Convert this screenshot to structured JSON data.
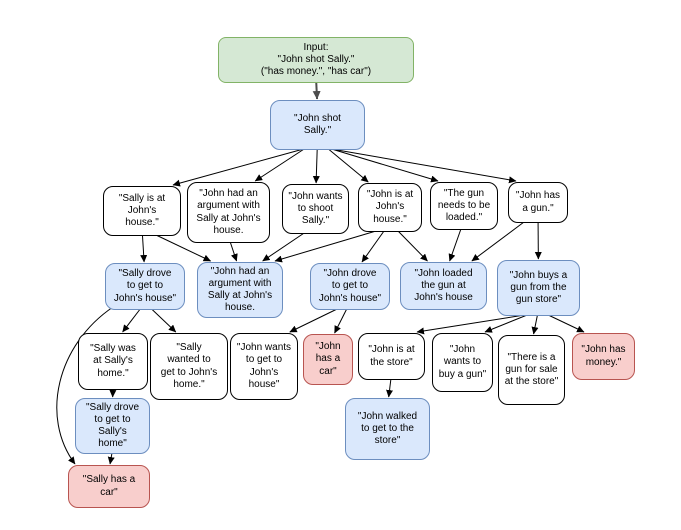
{
  "diagram": {
    "type": "planning-tree",
    "background": "#ffffff"
  },
  "palette": {
    "input_fill": "#d5e8d4",
    "input_border": "#82b366",
    "state_fill": "#dae8fc",
    "state_border": "#6c8ebf",
    "plain_fill": "#ffffff",
    "plain_border": "#000000",
    "terminal_fill": "#f8cecc",
    "terminal_border": "#b85450",
    "edge_color": "#000000",
    "input_edge_color": "#4d4d4d"
  },
  "nodes": {
    "input": {
      "label": "Input:\n\"John shot Sally.\"\n(\"has money.\", \"has car\")",
      "type": "input"
    },
    "root": {
      "label": "\"John shot\nSally.\"",
      "type": "state"
    },
    "sally_at_johns": {
      "label": "\"Sally is at\nJohn's\nhouse.\"",
      "type": "plain"
    },
    "argument_plan": {
      "label": "\"John had an\nargument with\nSally at John's\nhouse.",
      "type": "plain"
    },
    "wants_shoot": {
      "label": "\"John wants\nto shoot\nSally.\"",
      "type": "plain"
    },
    "john_at_johns": {
      "label": "\"John is at\nJohn's\nhouse.\"",
      "type": "plain"
    },
    "gun_loaded": {
      "label": "\"The gun\nneeds to be\nloaded.\"",
      "type": "plain"
    },
    "has_gun": {
      "label": "\"John has\na gun.\"",
      "type": "plain"
    },
    "sally_drove_johns": {
      "label": "\"Sally drove\nto get to\nJohn's house\"",
      "type": "state"
    },
    "argument_result": {
      "label": "\"John had an\nargument with\nSally at John's\nhouse.",
      "type": "state"
    },
    "john_drove_johns": {
      "label": "\"John drove\nto get to\nJohn's house\"",
      "type": "state"
    },
    "loaded_gun": {
      "label": "\"John loaded\nthe gun at\nJohn's house",
      "type": "state"
    },
    "buys_gun": {
      "label": "\"John buys a\ngun from the\ngun store\"",
      "type": "state"
    },
    "sally_was_home": {
      "label": "\"Sally was\nat Sally's\nhome.\"",
      "type": "plain"
    },
    "sally_wanted": {
      "label": "\"Sally\nwanted to\nget to John's\nhome.\"",
      "type": "plain"
    },
    "wants_get_johns": {
      "label": "\"John wants\nto get to\nJohn's\nhouse\"",
      "type": "plain"
    },
    "john_has_car": {
      "label": "\"John\nhas a\ncar\"",
      "type": "terminal"
    },
    "john_at_store": {
      "label": "\"John is at\nthe store\"",
      "type": "plain"
    },
    "wants_buy_gun": {
      "label": "\"John\nwants to\nbuy a gun\"",
      "type": "plain"
    },
    "gun_for_sale": {
      "label": "\"There is a\ngun for sale\nat the store\"",
      "type": "plain"
    },
    "john_has_money": {
      "label": "\"John has\nmoney.\"",
      "type": "terminal"
    },
    "sally_drove_home": {
      "label": "\"Sally drove\nto get to\nSally's\nhome\"",
      "type": "state"
    },
    "john_walked_store": {
      "label": "\"John walked\nto get to the\nstore\"",
      "type": "state"
    },
    "sally_has_car": {
      "label": "\"Sally has a\ncar\"",
      "type": "terminal"
    }
  },
  "edges": [
    {
      "from": "input",
      "to": "root",
      "thick": true
    },
    {
      "from": "root",
      "to": "sally_at_johns"
    },
    {
      "from": "root",
      "to": "argument_plan"
    },
    {
      "from": "root",
      "to": "wants_shoot"
    },
    {
      "from": "root",
      "to": "john_at_johns"
    },
    {
      "from": "root",
      "to": "gun_loaded"
    },
    {
      "from": "root",
      "to": "has_gun"
    },
    {
      "from": "sally_at_johns",
      "to": "sally_drove_johns"
    },
    {
      "from": "sally_at_johns",
      "to": "argument_result"
    },
    {
      "from": "argument_plan",
      "to": "argument_result"
    },
    {
      "from": "wants_shoot",
      "to": "argument_result"
    },
    {
      "from": "john_at_johns",
      "to": "argument_result"
    },
    {
      "from": "john_at_johns",
      "to": "john_drove_johns"
    },
    {
      "from": "john_at_johns",
      "to": "loaded_gun"
    },
    {
      "from": "gun_loaded",
      "to": "loaded_gun"
    },
    {
      "from": "has_gun",
      "to": "loaded_gun"
    },
    {
      "from": "has_gun",
      "to": "buys_gun"
    },
    {
      "from": "sally_drove_johns",
      "to": "sally_was_home"
    },
    {
      "from": "sally_drove_johns",
      "to": "sally_wanted"
    },
    {
      "from": "sally_drove_johns",
      "to": "sally_has_car",
      "curve": true
    },
    {
      "from": "john_drove_johns",
      "to": "wants_get_johns"
    },
    {
      "from": "john_drove_johns",
      "to": "john_has_car"
    },
    {
      "from": "buys_gun",
      "to": "john_at_store"
    },
    {
      "from": "buys_gun",
      "to": "wants_buy_gun"
    },
    {
      "from": "buys_gun",
      "to": "gun_for_sale"
    },
    {
      "from": "buys_gun",
      "to": "john_has_money"
    },
    {
      "from": "sally_was_home",
      "to": "sally_drove_home"
    },
    {
      "from": "john_at_store",
      "to": "john_walked_store"
    },
    {
      "from": "sally_drove_home",
      "to": "sally_has_car"
    }
  ]
}
